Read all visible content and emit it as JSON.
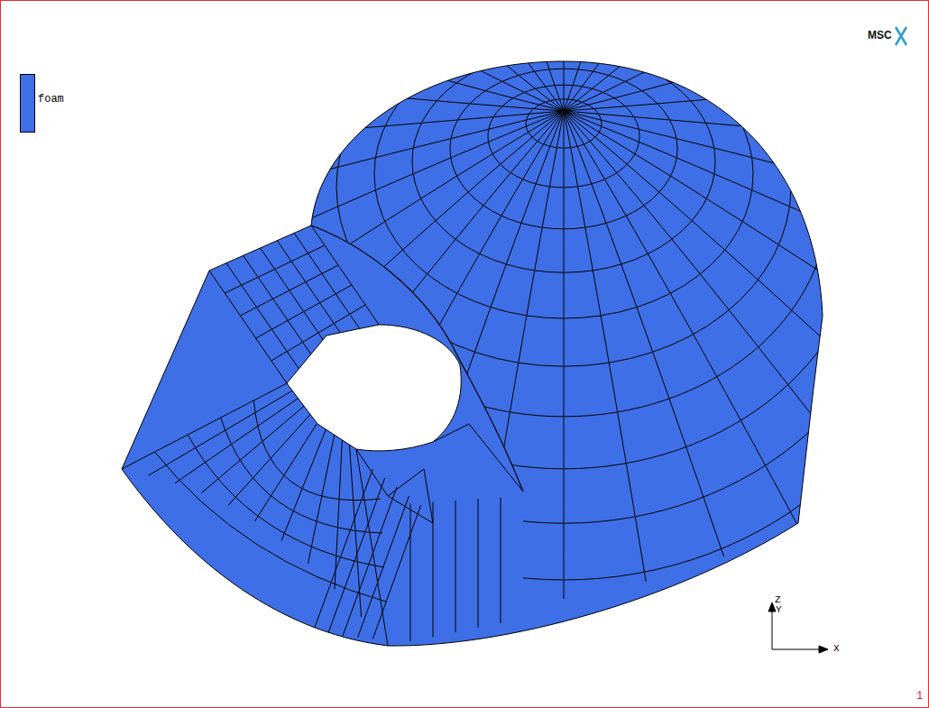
{
  "diagram": {
    "labels": [
      "MSC",
      "Z",
      "Y",
      "X",
      "1"
    ],
    "legend": [
      {
        "text": "foam",
        "color": "#3f6fe6"
      }
    ]
  }
}
